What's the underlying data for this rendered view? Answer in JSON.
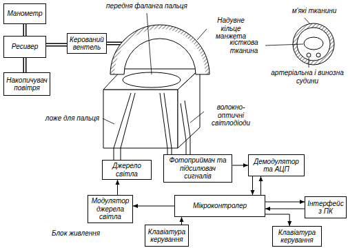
{
  "diagram": {
    "nodes": [
      {
        "text": [
          "Манометр"
        ]
      },
      {
        "text": [
          "Ресивер"
        ]
      },
      {
        "text": [
          "Накопичувач повітря"
        ]
      },
      {
        "text": [
          "Керований вентель"
        ]
      },
      {
        "text": [
          "Джерело світла"
        ]
      },
      {
        "text": [
          "Фотоприймач та підсилювач сигналів"
        ]
      },
      {
        "text": [
          "Демодулятор та АЦП"
        ]
      },
      {
        "text": [
          "Модулятор джерела світла"
        ]
      },
      {
        "text": [
          "Мікроконтролер"
        ]
      },
      {
        "text": [
          "Інтерфейс з ПК"
        ]
      },
      {
        "text": [
          "Клавіатура керування"
        ]
      },
      {
        "text": [
          "Клавіатура керування"
        ]
      }
    ],
    "edges": [
      {
        "from": 0,
        "to": 1,
        "arrow": "none"
      },
      {
        "from": 1,
        "to": 2,
        "arrow": "none"
      },
      {
        "from": 1,
        "to": 3,
        "arrow": "none"
      },
      {
        "from": 5,
        "to": 6,
        "arrow": "to"
      },
      {
        "from": 6,
        "to": 8,
        "arrow": "to"
      },
      {
        "from": 8,
        "to": 6,
        "arrow": "to"
      },
      {
        "from": 8,
        "to": 7,
        "arrow": "to"
      },
      {
        "from": 7,
        "to": 4,
        "arrow": "to"
      },
      {
        "from": 8,
        "to": 9,
        "arrow": "to"
      },
      {
        "from": 9,
        "to": 8,
        "arrow": "to"
      },
      {
        "from": 10,
        "to": 8,
        "arrow": "to"
      },
      {
        "from": 8,
        "to": 11,
        "arrow": "to"
      }
    ],
    "labels": [
      "передня фаланга пальця",
      "Надувне кільце манжета",
      "м'які тканини",
      "кісткова тканина",
      "артеріальна і винозна судини",
      "ложе для пальця",
      "волокно-оптичні світлодіоди",
      "Блок живлення"
    ]
  }
}
